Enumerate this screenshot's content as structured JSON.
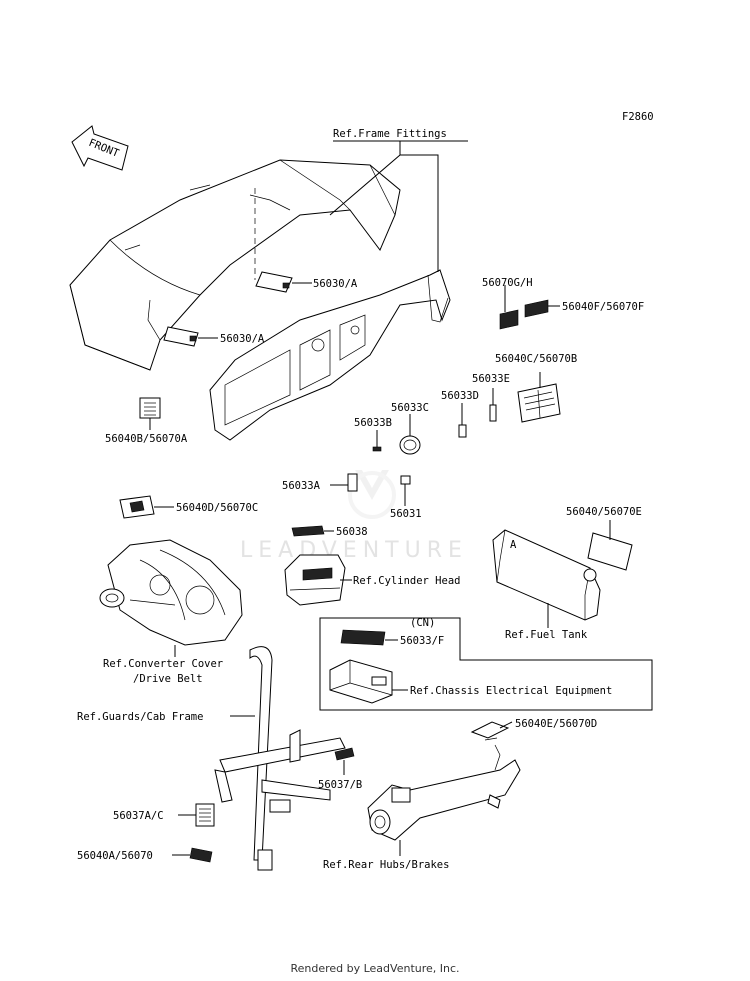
{
  "figure_code": "F2860",
  "front_arrow": "FRONT",
  "watermark": "LEADVENTURE",
  "footer": "Rendered by LeadVenture, Inc.",
  "labels": {
    "ref_frame_fittings": "Ref.Frame Fittings",
    "p56030a_top": "56030/A",
    "p56030a_mid": "56030/A",
    "p56070gh": "56070G/H",
    "p56040f": "56040F/56070F",
    "p56040c": "56040C/56070B",
    "p56033e": "56033E",
    "p56033d": "56033D",
    "p56033c": "56033C",
    "p56033b": "56033B",
    "p56040b": "56040B/56070A",
    "p56033a": "56033A",
    "p56031": "56031",
    "p56040d": "56040D/56070C",
    "p56038": "56038",
    "ref_cyl_head": "Ref.Cylinder Head",
    "p56040e": "56040/56070E",
    "ref_fuel_tank": "Ref.Fuel Tank",
    "cn": "(CN)",
    "p56033f": "56033/F",
    "ref_chassis": "Ref.Chassis Electrical Equipment",
    "ref_converter_1": "Ref.Converter Cover",
    "ref_converter_2": "/Drive Belt",
    "ref_guards": "Ref.Guards/Cab Frame",
    "p56040e2": "56040E/56070D",
    "p56037b": "56037/B",
    "p56037ac": "56037A/C",
    "p56040a": "56040A/56070",
    "ref_rear_hubs": "Ref.Rear Hubs/Brakes"
  }
}
